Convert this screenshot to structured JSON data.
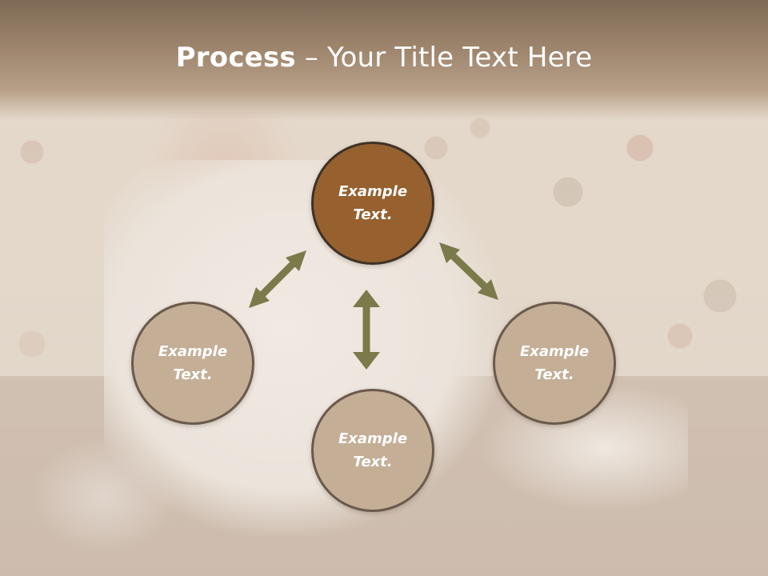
{
  "slide": {
    "title_bold": "Process",
    "title_rest": " – Your Title Text Here"
  },
  "diagram": {
    "nodes": [
      {
        "id": "top",
        "label": "Example\nText.",
        "style": "primary",
        "fill": "#96612f"
      },
      {
        "id": "left",
        "label": "Example\nText.",
        "style": "secondary",
        "fill": "#c4ae96"
      },
      {
        "id": "right",
        "label": "Example\nText.",
        "style": "secondary",
        "fill": "#c4ae96"
      },
      {
        "id": "bottom",
        "label": "Example\nText.",
        "style": "secondary",
        "fill": "#c4ae96"
      }
    ],
    "arrows": [
      {
        "from": "top",
        "to": "left",
        "type": "double"
      },
      {
        "from": "top",
        "to": "right",
        "type": "double"
      },
      {
        "from": "top",
        "to": "bottom",
        "type": "double"
      }
    ],
    "arrow_color": "#7a7a4a"
  }
}
